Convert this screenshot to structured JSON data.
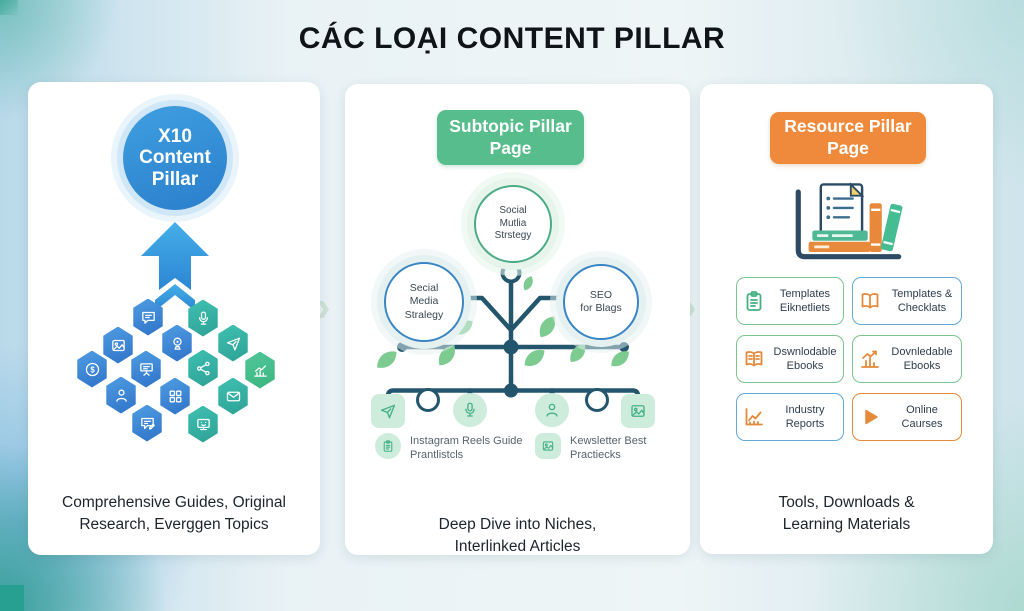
{
  "title": "CÁC LOẠI CONTENT PILLAR",
  "colors": {
    "accent_blue": "#3a85c4",
    "accent_green": "#57bd8c",
    "accent_orange": "#ef8a3c",
    "tree_line": "#23566d",
    "leaf_green": "#7ecb92"
  },
  "left_panel": {
    "badge": "X10\nContent\nPillar",
    "arrow_icon": "up-arrow-icon",
    "hexagons": [
      {
        "icon": "chat-icon",
        "color": "blue"
      },
      {
        "icon": "microphone-icon",
        "color": "teal"
      },
      {
        "icon": "image-icon",
        "color": "blue"
      },
      {
        "icon": "camera-icon",
        "color": "blue"
      },
      {
        "icon": "paper-plane-icon",
        "color": "teal"
      },
      {
        "icon": "dollar-icon",
        "color": "blue"
      },
      {
        "icon": "presentation-icon",
        "color": "blue"
      },
      {
        "icon": "share-icon",
        "color": "teal"
      },
      {
        "icon": "chart-icon",
        "color": "green"
      },
      {
        "icon": "user-icon",
        "color": "blue"
      },
      {
        "icon": "grid-icon",
        "color": "blue"
      },
      {
        "icon": "mail-icon",
        "color": "teal"
      },
      {
        "icon": "chat-edit-icon",
        "color": "blue"
      },
      {
        "icon": "monitor-icon",
        "color": "teal"
      }
    ],
    "caption": "Comprehensive Guides, Original\nResearch, Everggen Topics"
  },
  "middle_panel": {
    "header": "Subtopic Pillar\nPage",
    "nodes": {
      "top": "Social\nMutlia\nStrstegy",
      "left": "Secial\nMedia\nStralegy",
      "right": "SEO\nfor Blags"
    },
    "endpoints": [
      {
        "type": "square",
        "icon": "paper-plane-icon"
      },
      {
        "type": "ring"
      },
      {
        "type": "circle",
        "icon": "microphone-icon"
      },
      {
        "type": "circle",
        "icon": "person-icon"
      },
      {
        "type": "ring"
      },
      {
        "type": "square",
        "icon": "photo-icon"
      }
    ],
    "labels": [
      {
        "icon": "checklist-icon",
        "text": "Instagram Reels Guide\nPrantlistcls"
      },
      {
        "icon": "photo-icon",
        "text": "Kewsletter Best\nPractiecks"
      }
    ],
    "caption": "Deep Dive into Niches,\nInterlinked Articles"
  },
  "right_panel": {
    "header": "Resource Pillar\nPage",
    "illustration_icon": "books-and-document-icon",
    "cards": [
      {
        "icon": "clipboard-icon",
        "label": "Templates\nEiknetliets",
        "border": "green"
      },
      {
        "icon": "open-book-icon",
        "label": "Templates &\nChecklats",
        "border": "blue"
      },
      {
        "icon": "ebook-icon",
        "label": "Dswnlodable\nEbooks",
        "border": "green"
      },
      {
        "icon": "bar-chart-icon",
        "label": "Dovnledable\nEbooks",
        "border": "green"
      },
      {
        "icon": "line-chart-icon",
        "label": "Industry\nReports",
        "border": "blue"
      },
      {
        "icon": "play-icon",
        "label": "Online\nCaurses",
        "border": "orange"
      }
    ],
    "caption": "Tools, Downloads &\nLearning Materials"
  }
}
